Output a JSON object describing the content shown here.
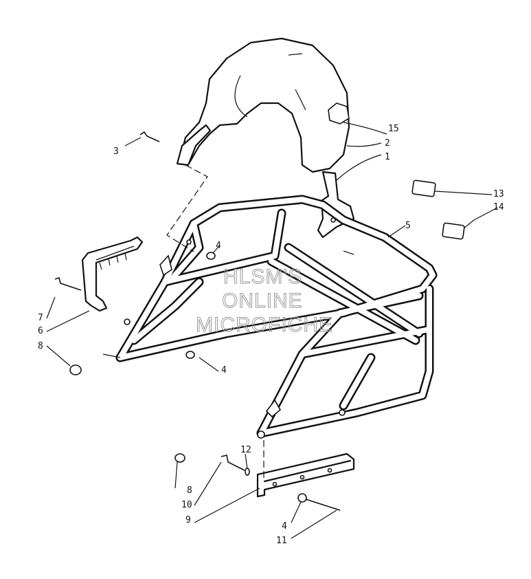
{
  "callouts": {
    "c1": "1",
    "c2": "2",
    "c3": "3",
    "c4a": "4",
    "c4b": "4",
    "c4c": "4",
    "c5": "5",
    "c6": "6",
    "c7": "7",
    "c8a": "8",
    "c8b": "8",
    "c9": "9",
    "c10": "10",
    "c11": "11",
    "c12": "12",
    "c13": "13",
    "c14": "14",
    "c15": "15"
  },
  "watermark": {
    "line1": "HLSM'S",
    "line2": "ONLINE",
    "line3": "MICROFICHE"
  },
  "colors": {
    "line": "#111111",
    "background": "#ffffff",
    "watermark": "#999999"
  }
}
